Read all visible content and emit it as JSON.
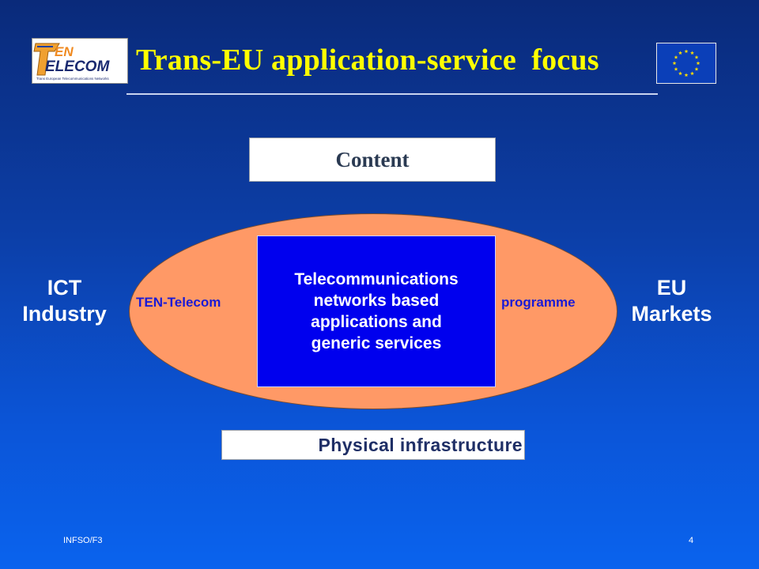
{
  "header": {
    "title": "Trans-EU application-service  focus",
    "logo_lines": [
      "EN",
      "ELECOM"
    ],
    "logo_tagline": "Trans European Telecommunications Networks",
    "flag_icon": "eu-flag-icon"
  },
  "diagram": {
    "top_box": "Content",
    "center_box_lines": [
      "Telecommunications",
      "networks based",
      "applications and",
      "generic services"
    ],
    "ellipse_left_label": "TEN-Telecom",
    "ellipse_right_label": "programme",
    "left_side": [
      "ICT",
      "Industry"
    ],
    "right_side": [
      "EU",
      "Markets"
    ],
    "bottom_box": "Physical infrastructure"
  },
  "footer": {
    "left": "INFSO/F3",
    "page_number": "4"
  },
  "colors": {
    "title": "#ffff00",
    "ellipse": "#ff9966",
    "center_box": "#0000ee",
    "label_blue": "#1a1ad6",
    "flag_blue": "#0b3fb8",
    "flag_star": "#ffdd00"
  }
}
